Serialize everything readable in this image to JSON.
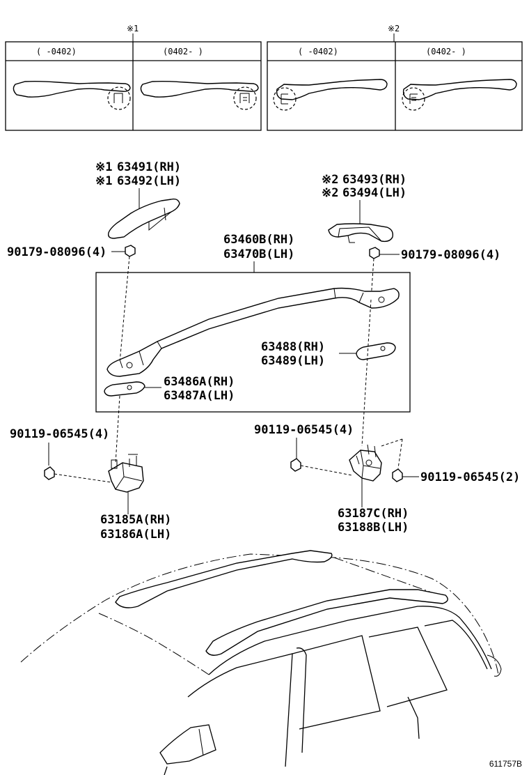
{
  "variants": {
    "note1": {
      "symbol": "※1",
      "headers": [
        "(      -0402)",
        "(0402-      )"
      ]
    },
    "note2": {
      "symbol": "※2",
      "headers": [
        "(      -0402)",
        "(0402-      )"
      ]
    }
  },
  "parts": {
    "cover_front": {
      "mark": "※1",
      "rh": "63491(RH)",
      "lh": "63492(LH)"
    },
    "cover_rear": {
      "mark": "※2",
      "rh": "63493(RH)",
      "lh": "63494(LH)"
    },
    "rail": {
      "rh": "63460B(RH)",
      "lh": "63470B(LH)"
    },
    "pad_front": {
      "rh": "63486A(RH)",
      "lh": "63487A(LH)"
    },
    "pad_rear": {
      "rh": "63488(RH)",
      "lh": "63489(LH)"
    },
    "nut_left": "90179-08096(4)",
    "nut_right": "90179-08096(4)",
    "bolt_left": "90119-06545(4)",
    "bolt_mid": "90119-06545(4)",
    "bolt_right": "90119-06545(2)",
    "bracket_front": {
      "rh": "63185A(RH)",
      "lh": "63186A(LH)"
    },
    "bracket_rear": {
      "rh": "63187C(RH)",
      "lh": "63188B(LH)"
    }
  },
  "figure_code": "611757B"
}
